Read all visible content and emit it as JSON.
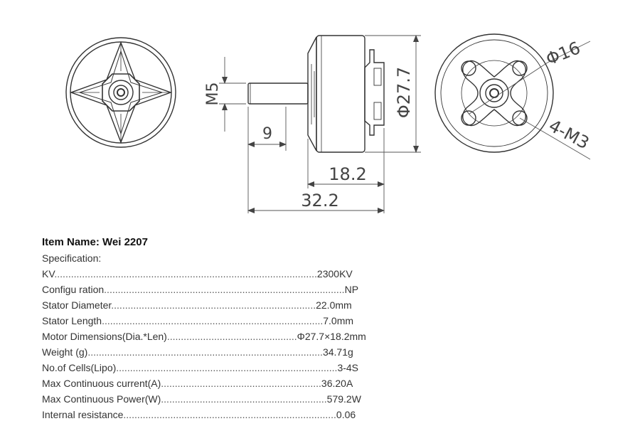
{
  "drawing": {
    "dims": {
      "shaft_thread": "M5",
      "shaft_length": "9",
      "bell_length": "18.2",
      "total_length": "32.2",
      "diameter": "Φ27.7",
      "mount_circle": "Φ16",
      "mount_holes": "4-M3"
    }
  },
  "specs": {
    "item_name": "Item Name: Wei 2207",
    "heading": "Specification:",
    "rows": [
      {
        "label": "KV",
        "value": "2300KV",
        "dots": 95
      },
      {
        "label": "Configu ration",
        "value": "NP",
        "dots": 87
      },
      {
        "label": "Stator Diameter",
        "value": "22.0mm",
        "dots": 74
      },
      {
        "label": "Stator Length",
        "value": "7.0mm",
        "dots": 80
      },
      {
        "label": "Motor Dimensions(Dia.*Len)",
        "value": "Φ27.7×18.2mm",
        "dots": 47
      },
      {
        "label": "Weight (g)",
        "value": "34.71g",
        "dots": 85
      },
      {
        "label": "No.of Cells(Lipo)",
        "value": "3-4S",
        "dots": 80
      },
      {
        "label": "Max Continuous current(A)",
        "value": "36.20A",
        "dots": 58
      },
      {
        "label": "Max Continuous Power(W)",
        "value": "579.2W",
        "dots": 60
      },
      {
        "label": "Internal resistance",
        "value": "0.06",
        "dots": 77
      }
    ]
  }
}
